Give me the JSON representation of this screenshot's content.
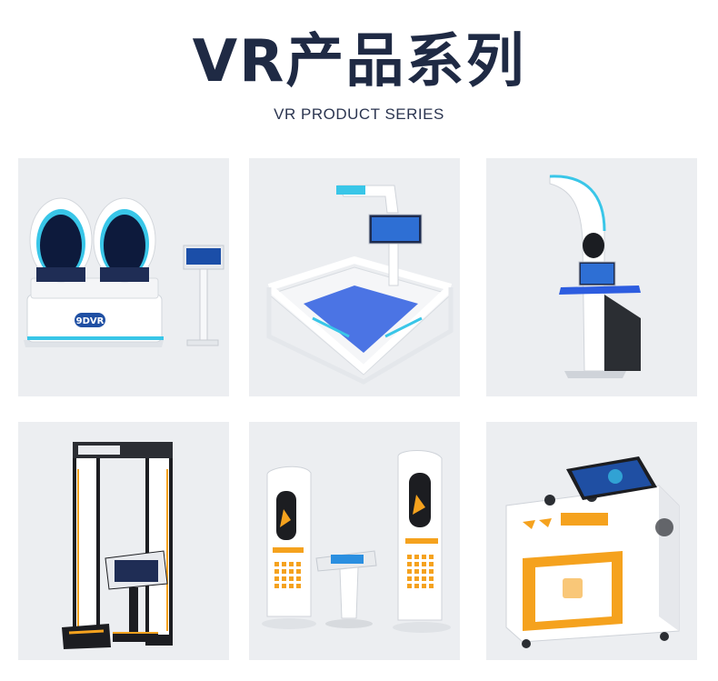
{
  "header": {
    "title": "VR产品系列",
    "subtitle": "VR PRODUCT SERIES"
  },
  "products": [
    {
      "id": "egg-chair",
      "brand_label": "9DVR",
      "accent": "#39c6e8"
    },
    {
      "id": "walking-platform",
      "accent": "#39c6e8"
    },
    {
      "id": "helmet-kiosk",
      "accent": "#39c6e8"
    },
    {
      "id": "safety-frame",
      "accent": "#f5a21e"
    },
    {
      "id": "safety-pillars",
      "accent": "#f5a21e"
    },
    {
      "id": "electric-shock-box",
      "accent": "#f5a21e"
    }
  ]
}
